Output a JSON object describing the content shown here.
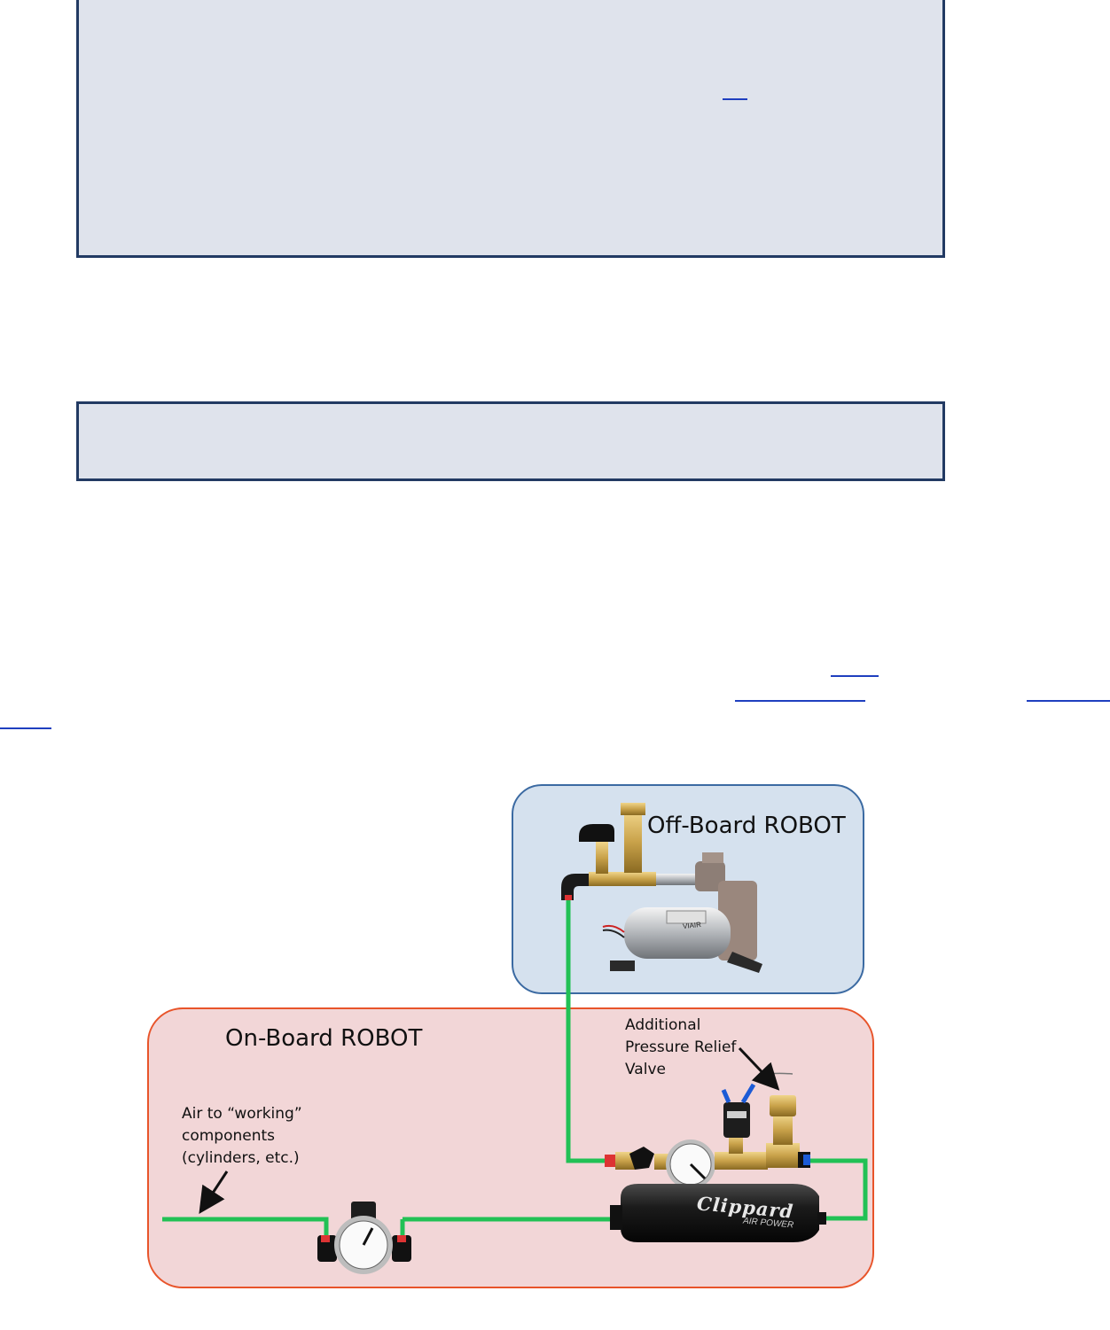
{
  "regions": {
    "offboard": {
      "label": "Off-Board ROBOT"
    },
    "onboard": {
      "label": "On-Board  ROBOT"
    }
  },
  "notes": {
    "relief": [
      "Additional",
      "Pressure Relief",
      "Valve"
    ],
    "air": [
      "Air to “working”",
      "components",
      "(cylinders, etc.)"
    ]
  },
  "components": {
    "tank_brand": "Clippard",
    "tank_sub": "AIR POWER",
    "compressor_brand": "VIAIR"
  },
  "colors": {
    "tubing": "#22c155",
    "callout_fill": "#dfe3ec",
    "callout_border": "#223a63",
    "offboard_fill": "#d5e1ee",
    "offboard_border": "#3b6aa2",
    "onboard_fill": "#f2d6d7",
    "onboard_border": "#e8542a",
    "brass": "#c9a24a",
    "link": "#1f3fbf"
  }
}
